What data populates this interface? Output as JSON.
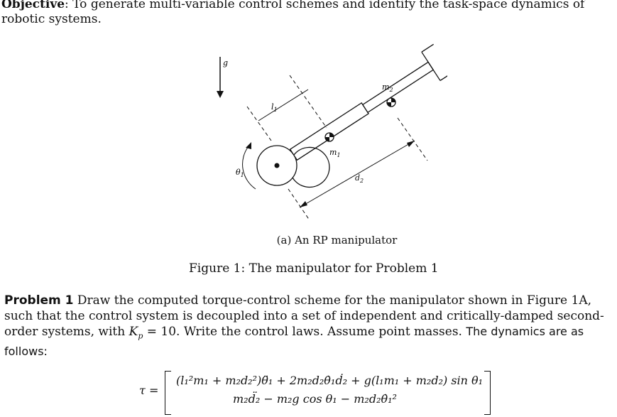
{
  "objective": {
    "label": "Objective",
    "text": ": To generate multi-variable control schemes and identify the task-space dynamics of robotic systems."
  },
  "figure": {
    "labels": {
      "g": "g",
      "l1": "l",
      "l1_sub": "1",
      "m1": "m",
      "m1_sub": "1",
      "m2": "m",
      "m2_sub": "2",
      "d2": "d",
      "d2_sub": "2",
      "theta1": "θ",
      "theta1_sub": "1"
    },
    "subcaption": "(a) An RP manipulator",
    "caption": "Figure 1: The manipulator for Problem 1"
  },
  "problem": {
    "label": "Problem 1",
    "text_a": " Draw the computed torque-control scheme for the manipulator shown in Figure 1A, such that the control system is decoupled into a set of independent and critically-damped second-order systems, with ",
    "kp": "K",
    "kp_sub": "p",
    "text_b": " = 10.  Write the control laws.  Assume point masses. ",
    "dynamics": "The dynamics are as follows:"
  },
  "equation": {
    "lhs": "τ =",
    "row1": "(l₁²m₁ + m₂d₂²)θ̈₁ + 2m₂d₂θ̇₁ḋ₂ + g(l₁m₁ + m₂d₂) sin θ₁",
    "row2": "m₂d̈₂ − m₂g cos θ₁ − m₂d₂θ̇₁²"
  }
}
